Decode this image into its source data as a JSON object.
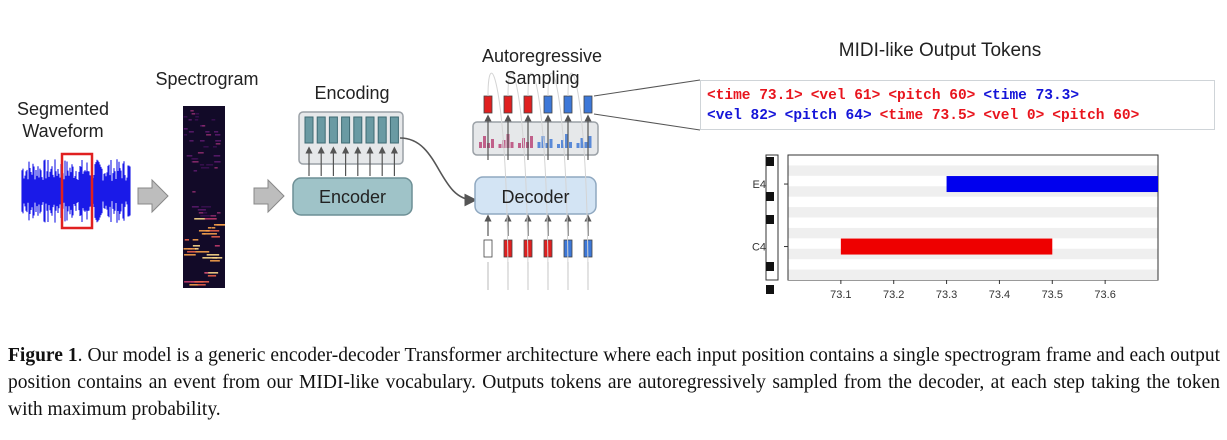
{
  "labels": {
    "waveform": [
      "Segmented",
      "Waveform"
    ],
    "spectrogram": "Spectrogram",
    "encoding": "Encoding",
    "encoder": "Encoder",
    "decoder": "Decoder",
    "sampling": [
      "Autoregressive",
      "Sampling"
    ],
    "output_title": "MIDI-like Output Tokens"
  },
  "tokens": {
    "line1": [
      {
        "text": "<time 73.1>",
        "color": "#e8141d"
      },
      {
        "text": "<vel 61>",
        "color": "#e8141d"
      },
      {
        "text": "<pitch 60>",
        "color": "#e8141d"
      },
      {
        "text": "<time 73.3>",
        "color": "#1414d8"
      }
    ],
    "line2": [
      {
        "text": "<vel 82>",
        "color": "#1414d8"
      },
      {
        "text": "<pitch 64>",
        "color": "#1414d8"
      },
      {
        "text": "<time 73.5>",
        "color": "#e8141d"
      },
      {
        "text": "<vel 0>",
        "color": "#e8141d"
      },
      {
        "text": "<pitch 60>",
        "color": "#e8141d"
      }
    ]
  },
  "decoder_input_colors": [
    "outline",
    "red",
    "red",
    "red",
    "blue",
    "blue"
  ],
  "decoder_output_colors": [
    "red",
    "red",
    "red",
    "blue",
    "blue",
    "blue"
  ],
  "colors": {
    "red": "#e02020",
    "blue": "#3d78d8",
    "encoder_fill": "#9fc3c8",
    "decoder_fill": "#d3e4f4",
    "waveform": "#1a1ae8"
  },
  "chart_data": {
    "type": "piano-roll",
    "x_ticks": [
      73.1,
      73.2,
      73.3,
      73.4,
      73.5,
      73.6
    ],
    "xlim": [
      73.0,
      73.7
    ],
    "y_ticks": [
      "E4",
      "C4"
    ],
    "notes": [
      {
        "pitch": "E4",
        "start": 73.3,
        "end": 73.7,
        "color": "#0000ee"
      },
      {
        "pitch": "C4",
        "start": 73.1,
        "end": 73.5,
        "color": "#ee0000"
      }
    ]
  },
  "caption": {
    "label": "Figure 1",
    "text": ". Our model is a generic encoder-decoder Transformer architecture where each input position contains a single spectrogram frame and each output position contains an event from our MIDI-like vocabulary. Outputs tokens are autoregressively sampled from the decoder, at each step taking the token with maximum probability."
  }
}
